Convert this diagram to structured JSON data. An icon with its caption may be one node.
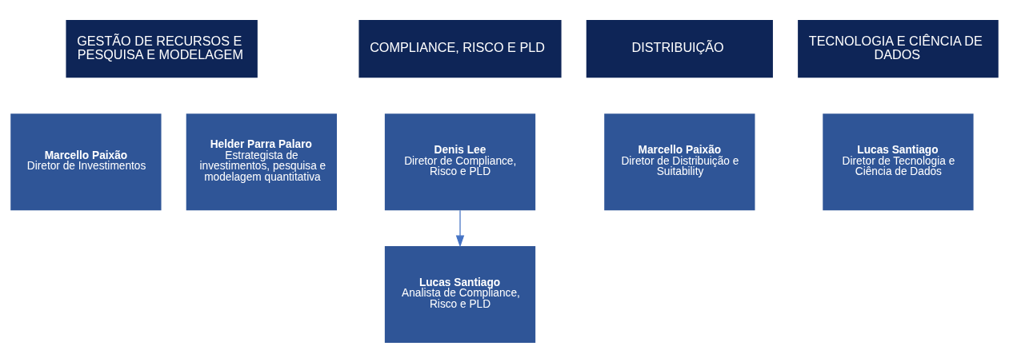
{
  "diagram": {
    "nodes": [
      {
        "text": [
          "GESTÃO DE RECURSOS E PESQUISA E MODELAGEM"
        ]
      },
      {
        "text": [
          "COMPLIANCE, RISCO E PLD"
        ]
      },
      {
        "text": [
          "DISTRIBUIÇÃO"
        ]
      },
      {
        "text": [
          "TECNOLOGIA E CIÊNCIA DE DADOS"
        ]
      },
      {
        "text": [
          "Marcello Paixão",
          "Diretor de Investimentos"
        ]
      },
      {
        "text": [
          "Helder Parra Palaro",
          "Estrategista de investimentos, pesquisa e modelagem quantitativa"
        ]
      },
      {
        "text": [
          "Denis Lee",
          "Diretor de Compliance, Risco e PLD"
        ]
      },
      {
        "text": [
          "Marcello Paixão",
          "Diretor de Distribuição e Suitability"
        ]
      },
      {
        "text": [
          "Lucas Santiago",
          "Diretor de Tecnologia e Ciência de Dados"
        ]
      },
      {
        "text": [
          "Lucas Santiago",
          "Analista de Compliance, Risco e PLD"
        ]
      }
    ],
    "edges": [
      {
        "from": 6,
        "to": 9,
        "arrow": "to"
      }
    ]
  }
}
